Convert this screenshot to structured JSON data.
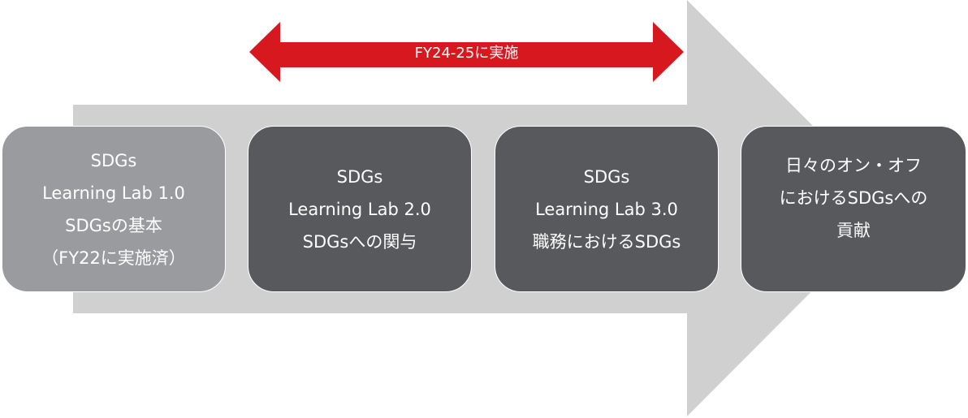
{
  "colors": {
    "arrow": "#d0d0d0",
    "red_arrow": "#d7191f",
    "box_done": "#9a9b9e",
    "box_active": "#58595d"
  },
  "period_arrow": {
    "label": "FY24-25に実施"
  },
  "stages": [
    {
      "lines": [
        "SDGs",
        "Learning Lab 1.0",
        "SDGsの基本",
        "（FY22に実施済）"
      ]
    },
    {
      "lines": [
        "SDGs",
        "Learning Lab 2.0",
        "SDGsへの関与"
      ]
    },
    {
      "lines": [
        "SDGs",
        "Learning Lab 3.0",
        "職務におけるSDGs"
      ]
    },
    {
      "lines": [
        "日々のオン・オフ",
        "におけるSDGsへの",
        "貢献"
      ]
    }
  ]
}
